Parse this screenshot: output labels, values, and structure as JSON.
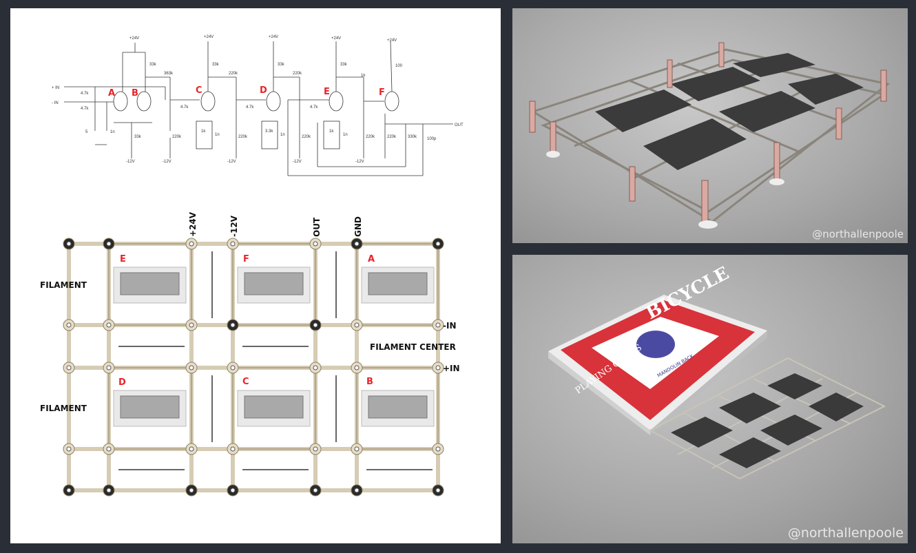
{
  "schematic": {
    "tubes": [
      "A",
      "B",
      "C",
      "D",
      "E",
      "F"
    ],
    "supply_pos": "+24V",
    "supply_neg": "-12V",
    "inputs": [
      "+ IN",
      "- IN"
    ],
    "output": "OUT",
    "components": {
      "r_in": "4.7k",
      "r_plate": "33k",
      "r_f_plate": "100",
      "r_fb1": "363k",
      "r_fb2": "220k",
      "r_fb3": "220k",
      "r_fb4": "1k",
      "r_tail": "33k",
      "r_bias": "220k",
      "r_cath_c": "1k",
      "r_cath_d": "3.3k",
      "r_cath_e": "1k",
      "r_out": "330k",
      "c_in1": "5",
      "c_in2": "1n",
      "c_cath": "1n",
      "c_out": "100p"
    }
  },
  "layout": {
    "top_labels": [
      "+24V",
      "-12V",
      "OUT",
      "GND"
    ],
    "side_labels": {
      "filament": "FILAMENT",
      "filament_center": "FILAMENT CENTER",
      "neg_in": "-IN",
      "pos_in": "+IN"
    },
    "tube_top_row": [
      "E",
      "F",
      "A"
    ],
    "tube_bottom_row": [
      "D",
      "C",
      "B"
    ]
  },
  "renders": {
    "watermark": "@northallenpoole",
    "card_brand": "BICYCLE",
    "card_sub": "PLAYING CARDS",
    "card_back": "MANDOLIN BACK"
  },
  "colors": {
    "background": "#2a2f37",
    "tube_label": "#e8242a",
    "frame": "#d6ccb4"
  }
}
